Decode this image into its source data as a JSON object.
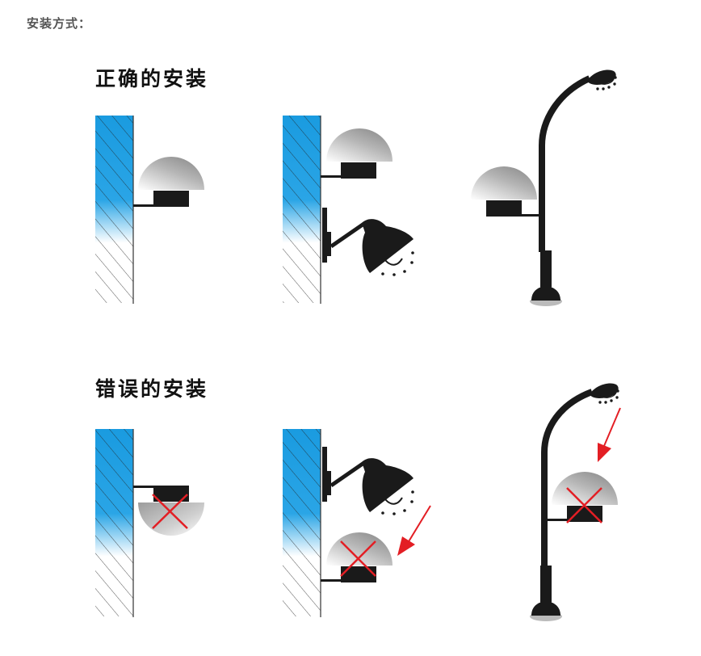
{
  "heading": "安装方式：",
  "sections": {
    "correct": {
      "title": "正确的安装",
      "figures": [
        {
          "name": "wall-mount-shade-up",
          "status": "correct"
        },
        {
          "name": "wall-mount-shade-up-with-wall-lamp-below",
          "status": "correct"
        },
        {
          "name": "pole-mount-shade-up",
          "status": "correct"
        }
      ]
    },
    "wrong": {
      "title": "错误的安装",
      "figures": [
        {
          "name": "wall-mount-shade-down",
          "status": "wrong"
        },
        {
          "name": "wall-mount-below-wall-lamp",
          "status": "wrong"
        },
        {
          "name": "pole-mount-below-street-lamp",
          "status": "wrong"
        }
      ]
    }
  },
  "colors": {
    "wall_blue": "#1a9be0",
    "fixture_black": "#1a1a1a",
    "shade_gray": "#bdbdbd",
    "cross_red": "#e31e24",
    "arrow_red": "#e31e24",
    "heading_gray": "#555555"
  }
}
